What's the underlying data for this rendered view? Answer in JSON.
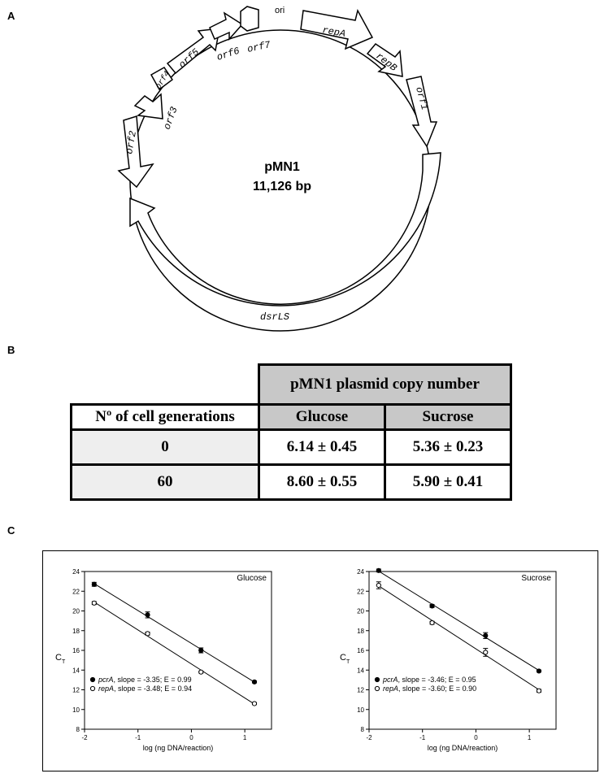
{
  "panels": {
    "a": "A",
    "b": "B",
    "c": "C"
  },
  "plasmid": {
    "name": "pMN1",
    "size": "11,126 bp",
    "ori": "ori",
    "genes": [
      "repA",
      "repB",
      "orf1",
      "dsrLS",
      "orf2",
      "orf3",
      "orf4",
      "orf5",
      "orf6",
      "orf7"
    ]
  },
  "copy_table": {
    "header": "pMN1 plasmid copy number",
    "row_header": "Nº of cell generations",
    "columns": [
      "Glucose",
      "Sucrose"
    ],
    "rows": [
      {
        "gen": "0",
        "glucose": "6.14 ± 0.45",
        "sucrose": "5.36 ± 0.23"
      },
      {
        "gen": "60",
        "glucose": "8.60 ± 0.55",
        "sucrose": "5.90 ± 0.41"
      }
    ]
  },
  "chart_data": [
    {
      "type": "scatter",
      "title": "Glucose",
      "xlabel": "log (ng DNA/reaction)",
      "ylabel": "C",
      "ylabel_sub": "T",
      "xlim": [
        -2,
        1.5
      ],
      "ylim": [
        8,
        24
      ],
      "xticks": [
        -2,
        -1,
        0,
        1
      ],
      "yticks": [
        8,
        10,
        12,
        14,
        16,
        18,
        20,
        22,
        24
      ],
      "series": [
        {
          "name": "pcrA",
          "legend": ", slope = -3.35; E = 0.99",
          "marker": "filled",
          "x": [
            -1.82,
            -0.82,
            0.18,
            1.18
          ],
          "y": [
            22.7,
            19.6,
            16.0,
            12.8
          ],
          "err": [
            0.2,
            0.3,
            0.25,
            0.1
          ]
        },
        {
          "name": "repA",
          "legend": ", slope = -3.48; E = 0.94",
          "marker": "open",
          "x": [
            -1.82,
            -0.82,
            0.18,
            1.18
          ],
          "y": [
            20.8,
            17.7,
            13.8,
            10.6
          ],
          "err": [
            0.15,
            0.15,
            0.1,
            0.1
          ]
        }
      ]
    },
    {
      "type": "scatter",
      "title": "Sucrose",
      "xlabel": "log (ng DNA/reaction)",
      "ylabel": "C",
      "ylabel_sub": "T",
      "xlim": [
        -2,
        1.5
      ],
      "ylim": [
        8,
        24
      ],
      "xticks": [
        -2,
        -1,
        0,
        1
      ],
      "yticks": [
        8,
        10,
        12,
        14,
        16,
        18,
        20,
        22,
        24
      ],
      "series": [
        {
          "name": "pcrA",
          "legend": ", slope = -3.46; E = 0.95",
          "marker": "filled",
          "x": [
            -1.82,
            -0.82,
            0.18,
            1.18
          ],
          "y": [
            24.1,
            20.5,
            17.5,
            13.9
          ],
          "err": [
            0.15,
            0.15,
            0.3,
            0.1
          ]
        },
        {
          "name": "repA",
          "legend": ", slope = -3.60; E = 0.90",
          "marker": "open",
          "x": [
            -1.82,
            -0.82,
            0.18,
            1.18
          ],
          "y": [
            22.6,
            18.8,
            15.8,
            11.9
          ],
          "err": [
            0.35,
            0.15,
            0.4,
            0.15
          ]
        }
      ]
    }
  ]
}
